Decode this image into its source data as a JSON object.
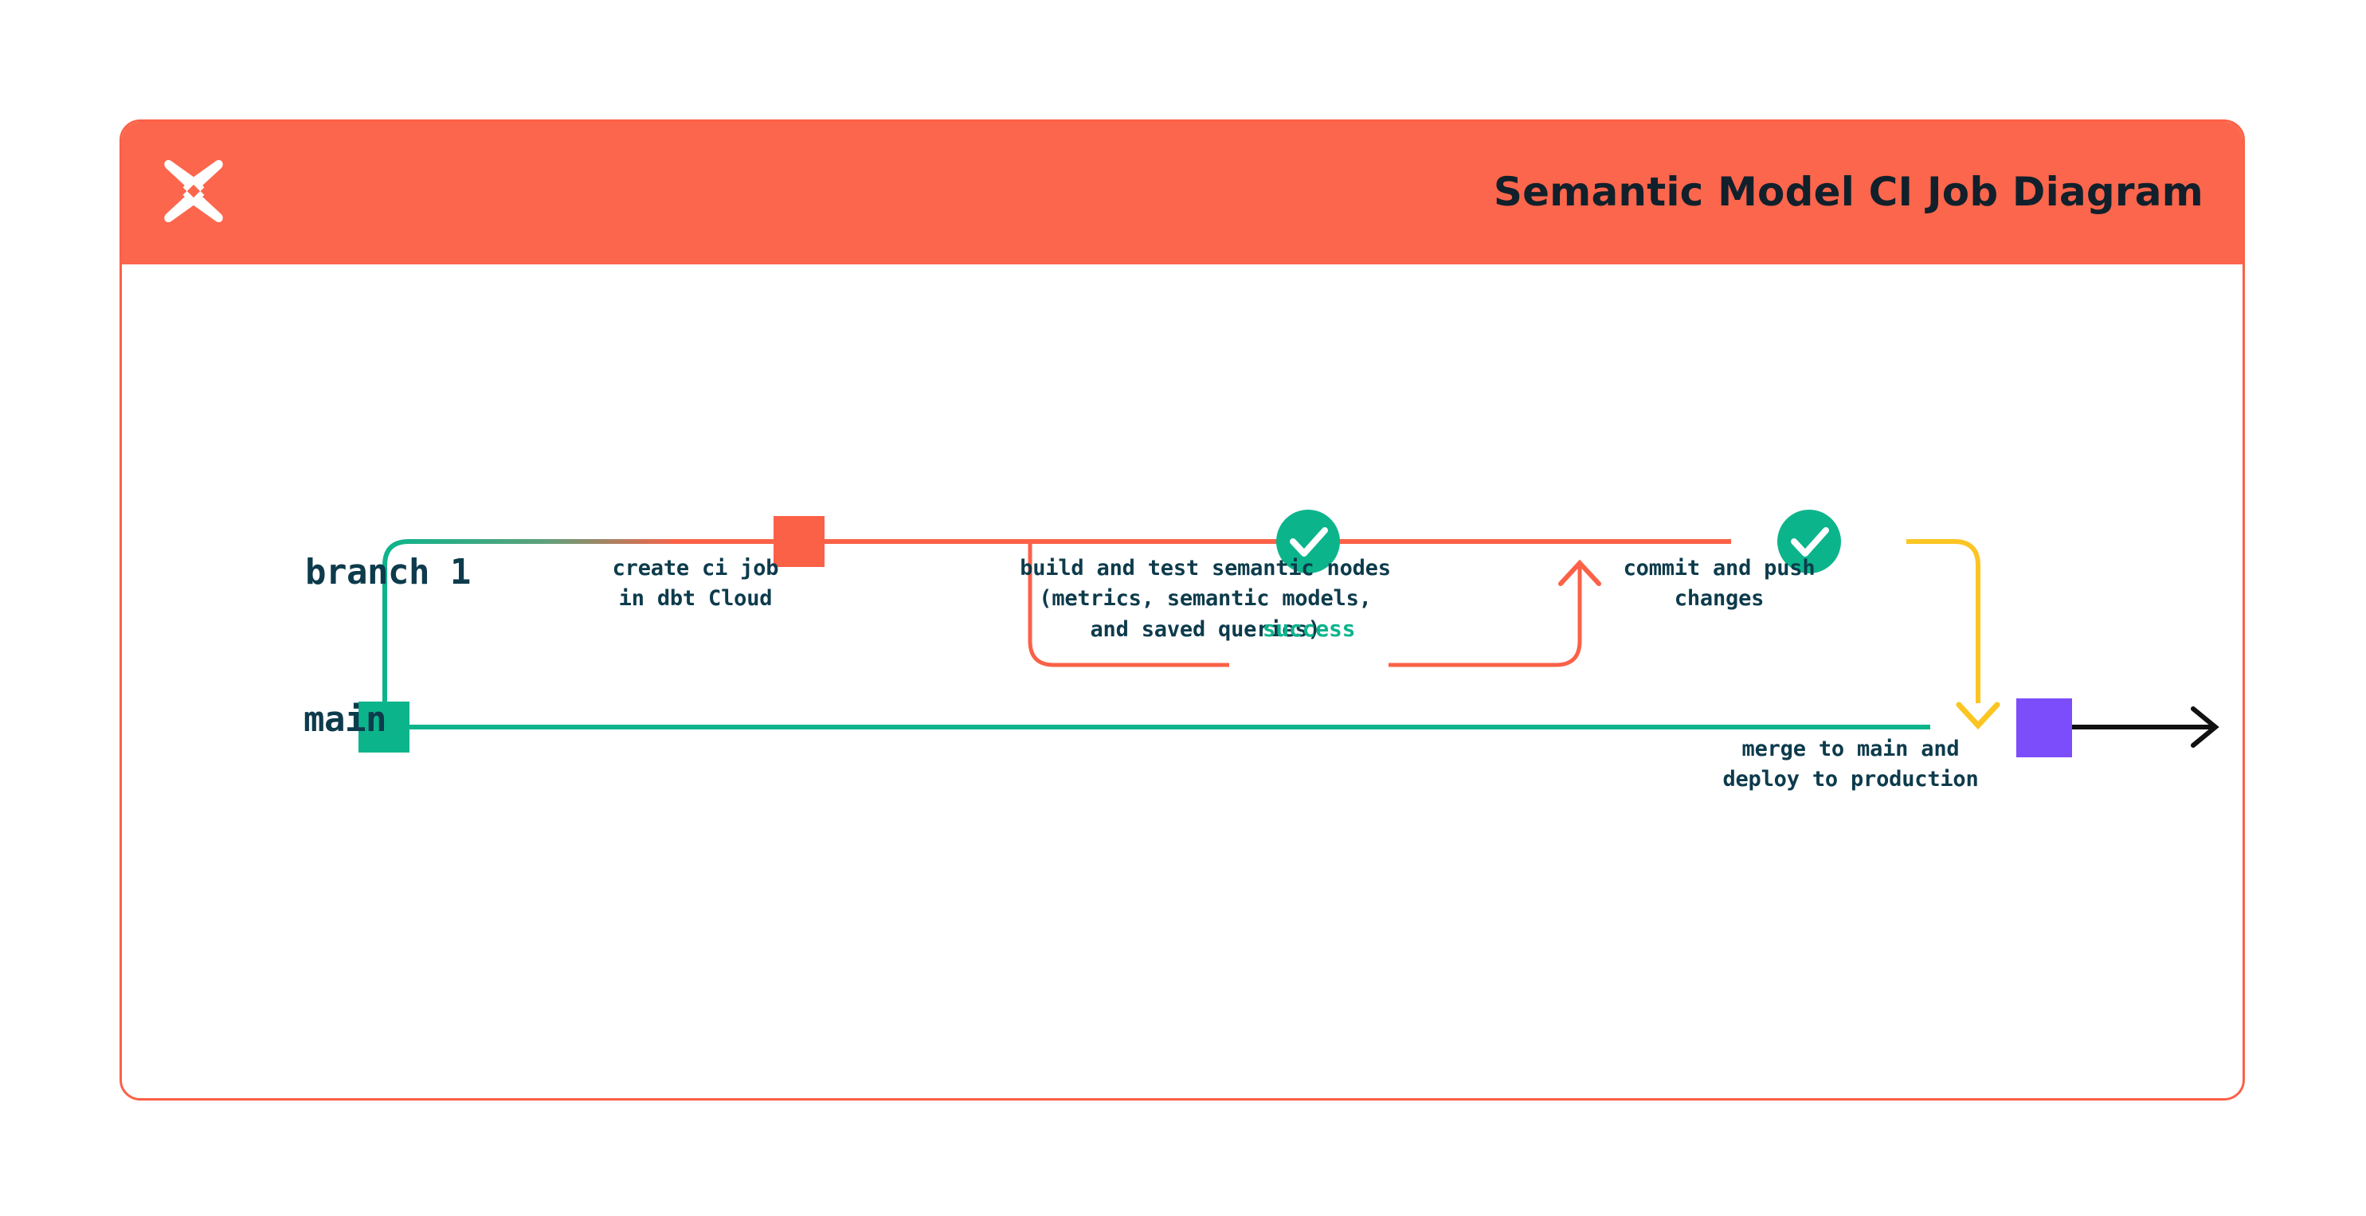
{
  "header": {
    "title": "Semantic Model CI Job Diagram",
    "logo_icon": "dbt-x-logo-icon",
    "background_color": "#FC664C",
    "title_color": "#11202b"
  },
  "card": {
    "border_color": "#FB6147",
    "background_color": "#FFFFFF"
  },
  "diagram": {
    "type": "git-branch-flow",
    "lanes": [
      {
        "id": "branch",
        "label": "branch 1",
        "color": "#FB6147"
      },
      {
        "id": "main",
        "label": "main",
        "color": "#0CB48C"
      }
    ],
    "nodes": [
      {
        "id": "create-ci-job",
        "lane": "branch",
        "marker": "square",
        "marker_color": "#FB6147",
        "caption": "create ci job\nin dbt Cloud"
      },
      {
        "id": "build-and-test",
        "lane": "branch",
        "marker": "check-circle",
        "marker_color": "#0CB48C",
        "caption": "build and test semantic nodes\n(metrics, semantic models,\nand saved queries)"
      },
      {
        "id": "commit-and-push",
        "lane": "branch",
        "marker": "check-circle",
        "marker_color": "#0CB48C",
        "caption": "commit and push\nchanges"
      },
      {
        "id": "merge-to-main",
        "lane": "main",
        "marker": "square",
        "marker_color": "#7C4DFB",
        "caption": "merge to main and\ndeploy to production"
      }
    ],
    "loop": {
      "id": "success-loop",
      "label": "success",
      "label_color": "#0CB48C",
      "line_color": "#FB6147"
    },
    "merge_arrow": {
      "id": "merge-arrow",
      "color": "#FCC521",
      "direction": "down"
    },
    "continue_arrow": {
      "id": "production-arrow",
      "color": "#111111",
      "direction": "right"
    },
    "colors": {
      "teal": "#0CB48C",
      "coral": "#FB6147",
      "yellow": "#FCC521",
      "purple": "#7C4DFB",
      "navy": "#0D3B4C",
      "black": "#111111"
    }
  }
}
